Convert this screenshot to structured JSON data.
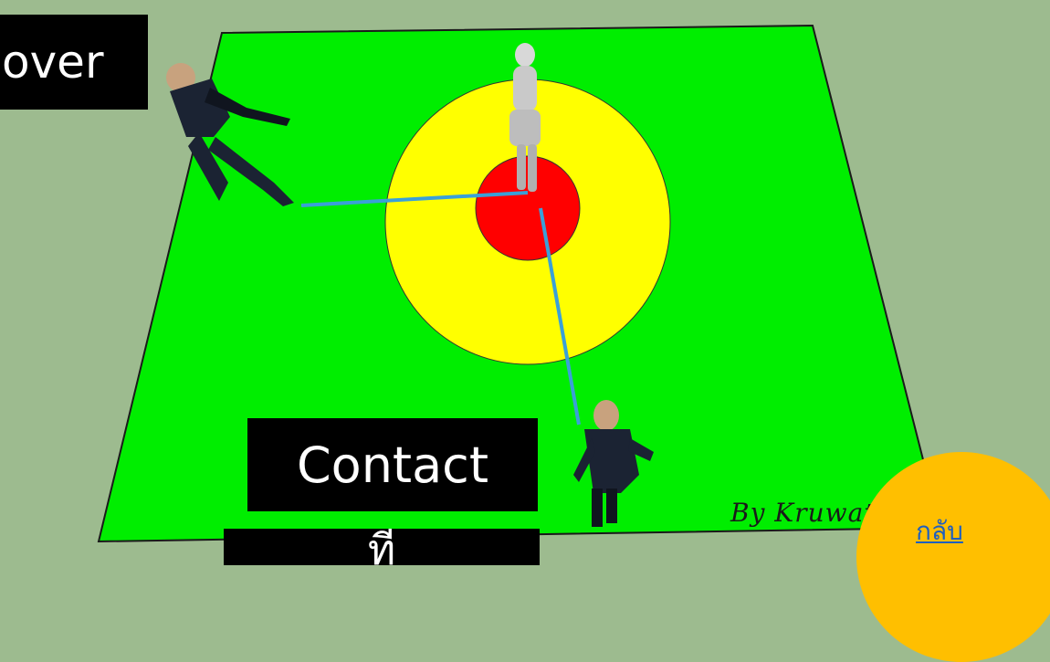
{
  "labels": {
    "cover": "over",
    "contact": "Contact",
    "bottom_partial": "ที่"
  },
  "signature": "By Kruwat",
  "back_link": "กลับ",
  "colors": {
    "background": "#9dbb8f",
    "field": "#00ee00",
    "outer_ring": "#ffff00",
    "inner_circle": "#ff0000",
    "range_lines": "#3aa0d8",
    "label_box": "#000000",
    "back_button": "#ffbf00",
    "link": "#1f5fbf"
  },
  "icons": [
    "target-figure-icon",
    "officer-figure-icon"
  ]
}
